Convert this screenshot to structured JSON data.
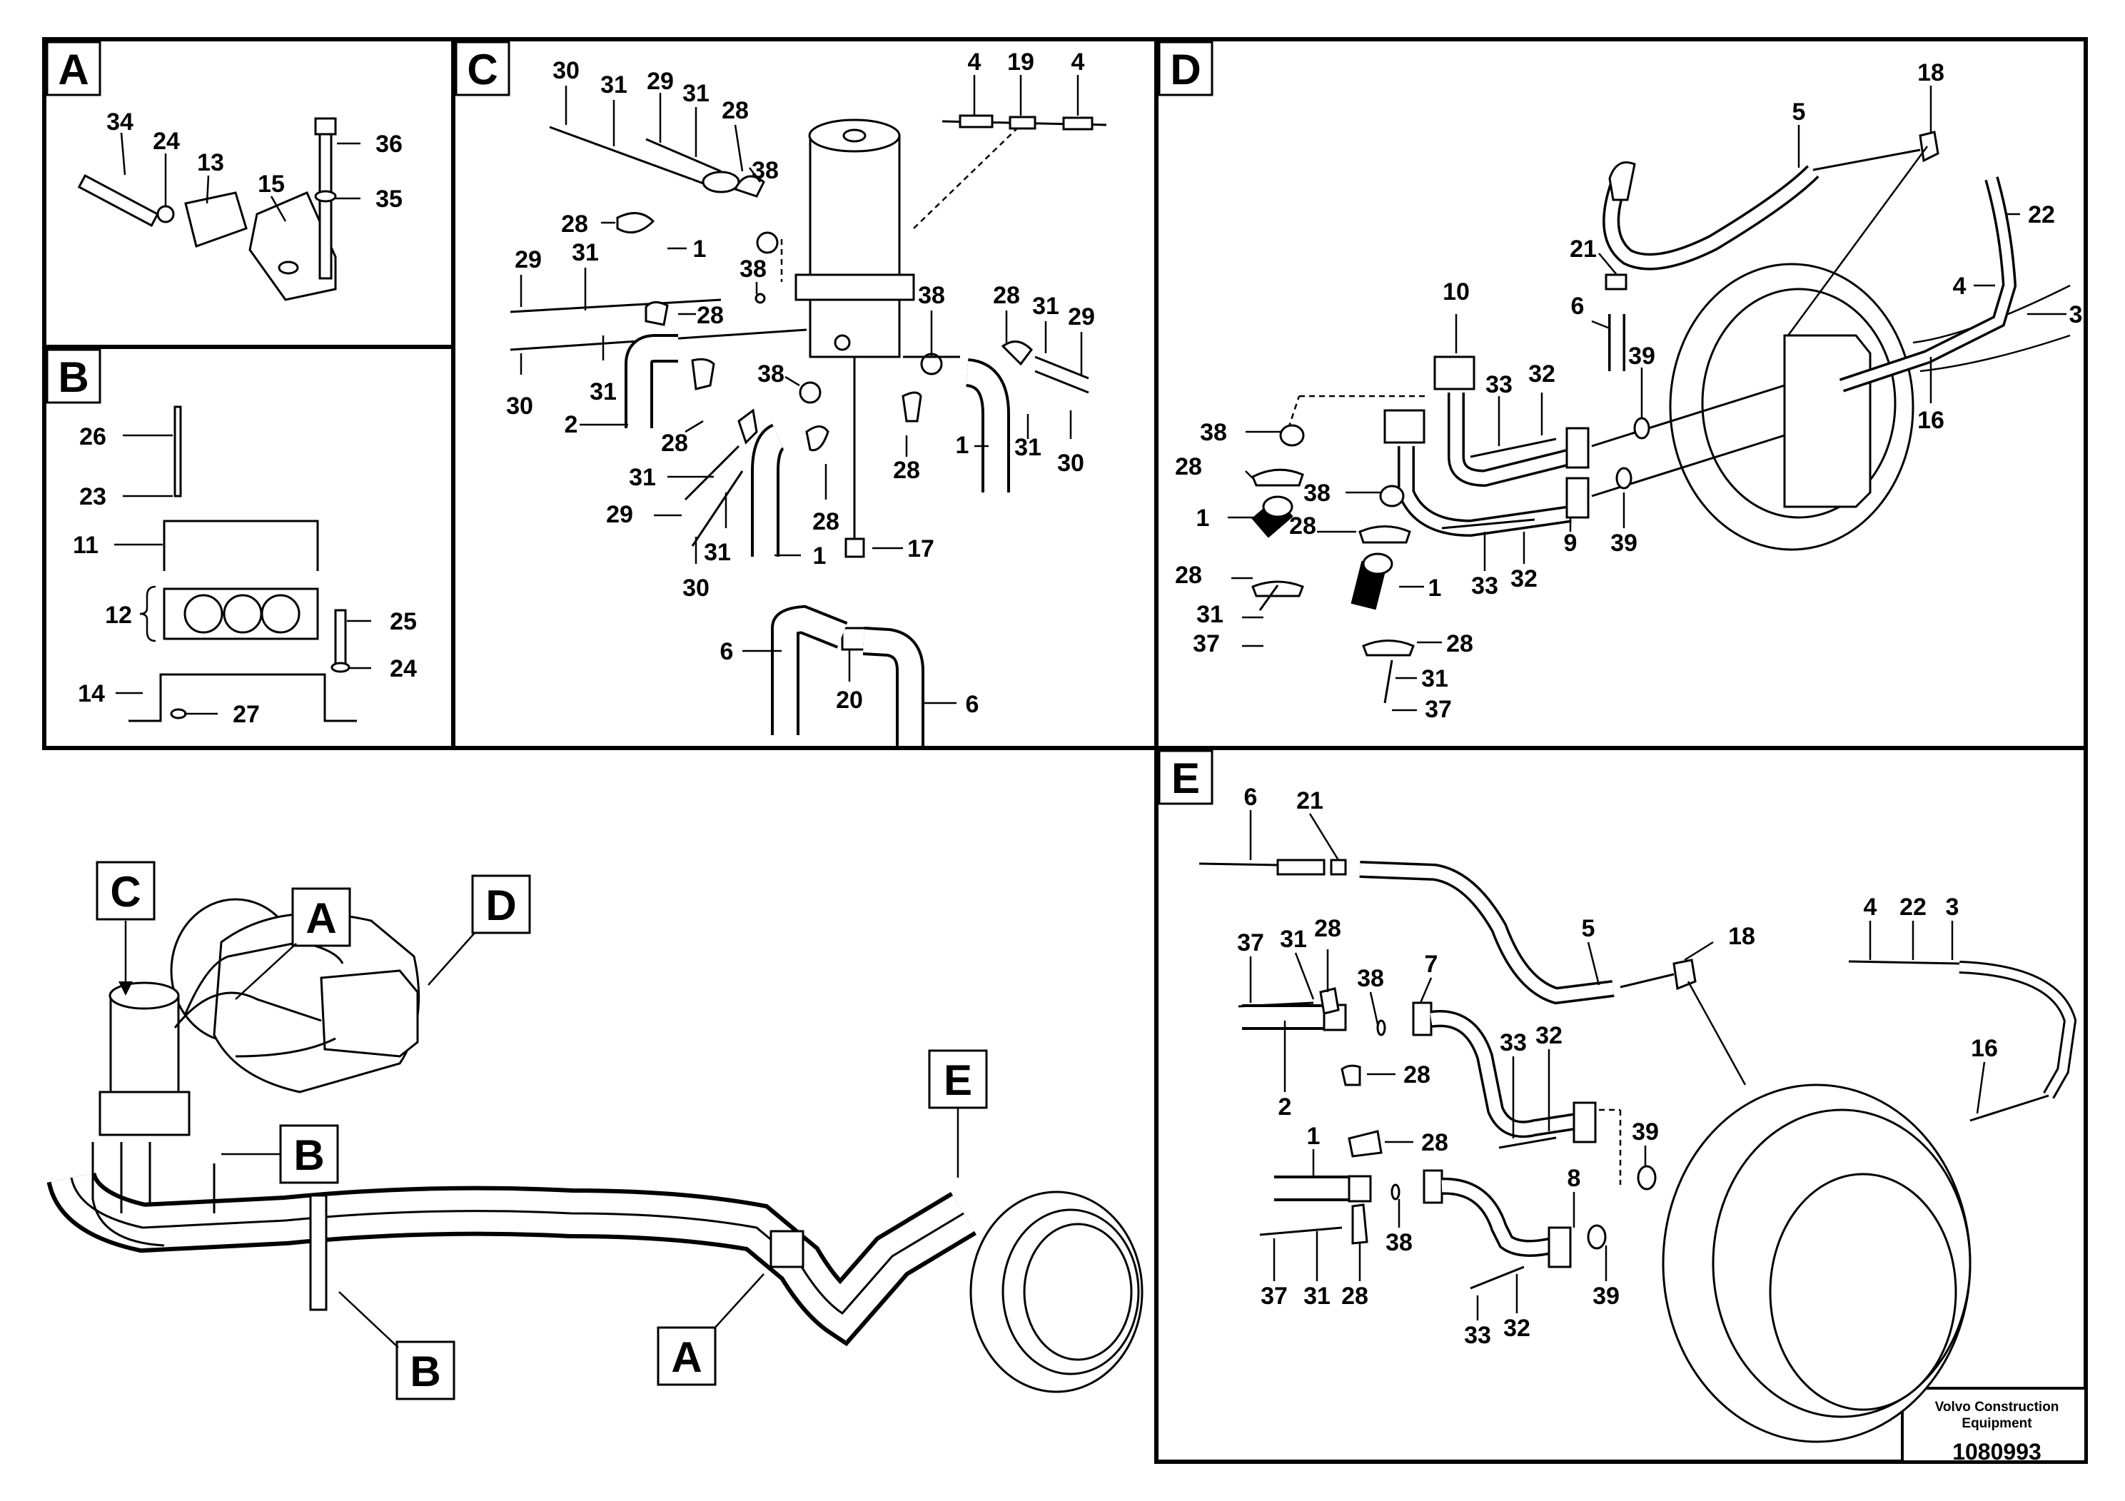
{
  "panels": {
    "A": "A",
    "B": "B",
    "C": "C",
    "D": "D",
    "E": "E"
  },
  "overview_callouts": {
    "C": "C",
    "A_top": "A",
    "D": "D",
    "B_right": "B",
    "E": "E",
    "B_bottom": "B",
    "A_bottom": "A"
  },
  "labels": {
    "A": {
      "l34": "34",
      "l24": "24",
      "l13": "13",
      "l15": "15",
      "l36": "36",
      "l35": "35"
    },
    "B": {
      "l26": "26",
      "l23": "23",
      "l11": "11",
      "l12": "12",
      "l25": "25",
      "l24": "24",
      "l14": "14",
      "l27": "27"
    },
    "C": {
      "l30a": "30",
      "l31a": "31",
      "l29a": "29",
      "l31b": "31",
      "l28a": "28",
      "l4a": "4",
      "l19": "19",
      "l4b": "4",
      "l38a": "38",
      "l28b": "28",
      "l1a": "1",
      "l29b": "29",
      "l31c": "31",
      "l38b": "38",
      "l38c": "38",
      "l28c": "28",
      "l31d": "31",
      "l29c": "29",
      "l28d": "28",
      "l30b": "30",
      "l31e": "31",
      "l2": "2",
      "l28e": "28",
      "l38d": "38",
      "l1b": "1",
      "l31f": "31",
      "l30c": "30",
      "l31g": "31",
      "l29d": "29",
      "l28f": "28",
      "l31h": "31",
      "l30d": "30",
      "l1c": "1",
      "l28g": "28",
      "l17": "17",
      "l6a": "6",
      "l20": "20",
      "l6b": "6"
    },
    "D": {
      "l5": "5",
      "l18": "18",
      "l21": "21",
      "l22": "22",
      "l6": "6",
      "l4": "4",
      "l3": "3",
      "l10": "10",
      "l39a": "39",
      "l33a": "33",
      "l32a": "32",
      "l16": "16",
      "l38a": "38",
      "l28a": "28",
      "l38b": "38",
      "l1a": "1",
      "l28b": "28",
      "l39b": "39",
      "l9": "9",
      "l33b": "33",
      "l32b": "32",
      "l1b": "1",
      "l28c": "28",
      "l31a": "31",
      "l37a": "37",
      "l28d": "28",
      "l31b": "31",
      "l37b": "37"
    },
    "E": {
      "l6": "6",
      "l21": "21",
      "l5": "5",
      "l18": "18",
      "l4": "4",
      "l22": "22",
      "l3": "3",
      "l37a": "37",
      "l31a": "31",
      "l28a": "28",
      "l38a": "38",
      "l7": "7",
      "l33a": "33",
      "l32a": "32",
      "l2": "2",
      "l28b": "28",
      "l16": "16",
      "l1": "1",
      "l28c": "28",
      "l39a": "39",
      "l8": "8",
      "l38b": "38",
      "l37b": "37",
      "l31b": "31",
      "l28d": "28",
      "l39b": "39",
      "l33b": "33",
      "l32b": "32"
    }
  },
  "brand": {
    "line1": "Volvo Construction",
    "line2": "Equipment",
    "part_number": "1080993"
  }
}
